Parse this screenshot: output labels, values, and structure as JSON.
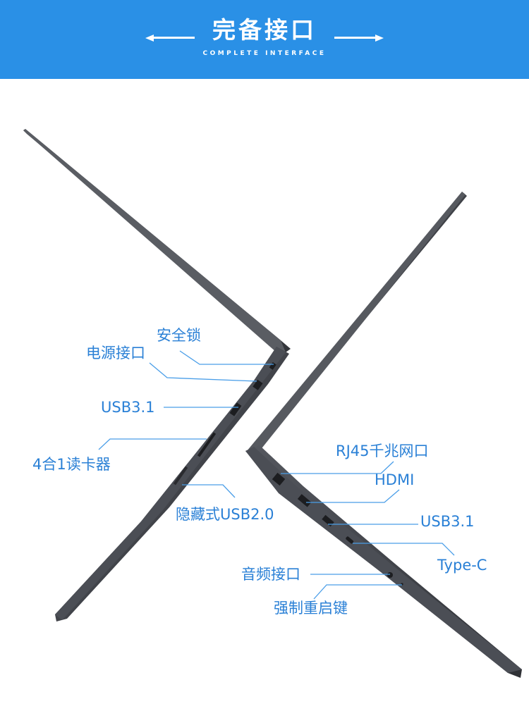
{
  "header": {
    "title": "完备接口",
    "subtitle": "COMPLETE INTERFACE"
  },
  "left_laptop": {
    "labels": {
      "security_lock": "安全锁",
      "power_port": "电源接口",
      "usb31": "USB3.1",
      "card_reader": "4合1读卡器",
      "hidden_usb20": "隐藏式USB2.0"
    }
  },
  "right_laptop": {
    "labels": {
      "rj45": "RJ45千兆网口",
      "hdmi": "HDMI",
      "usb31": "USB3.1",
      "type_c": "Type-C",
      "audio": "音频接口",
      "reset": "强制重启键"
    }
  },
  "colors": {
    "banner": "#2a90e6",
    "label_text": "#2a80d6",
    "callout_line": "#4a9ee8",
    "laptop_body": "#3d3f45"
  }
}
